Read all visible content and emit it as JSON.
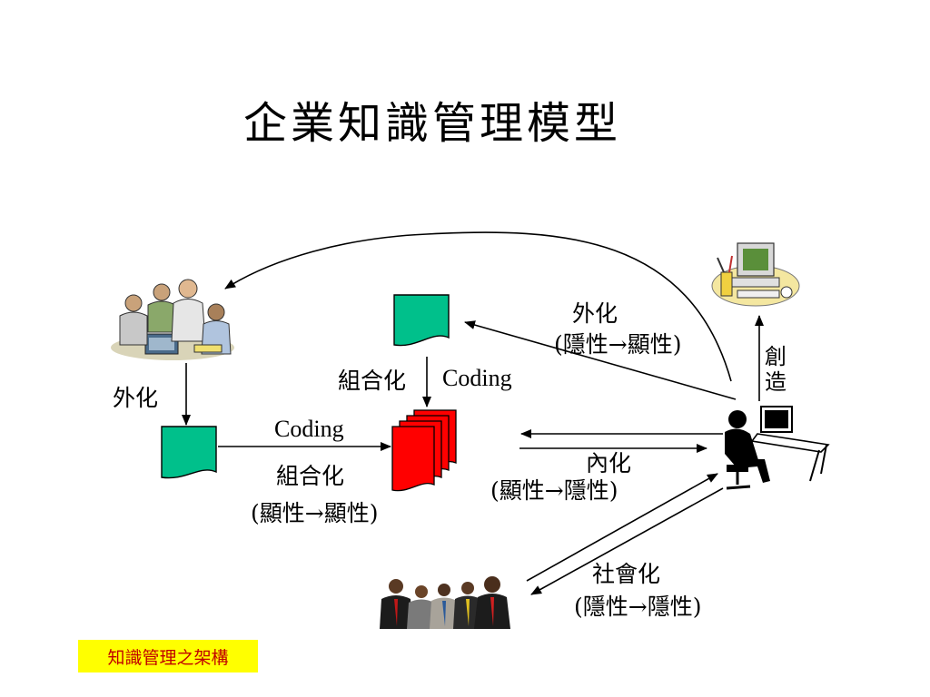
{
  "title": "企業知識管理模型",
  "labels": {
    "externalization_left": "外化",
    "combination_top": "組合化",
    "coding_top": "Coding",
    "coding_mid": "Coding",
    "combination_mid": "組合化",
    "explicit_to_explicit": "(顯性→顯性)",
    "externalization_right": "外化",
    "tacit_to_explicit": "(隱性→顯性)",
    "internalization": "內化",
    "explicit_to_tacit": "(顯性→隱性)",
    "socialization": "社會化",
    "tacit_to_tacit": "(隱性→隱性)",
    "creation": "創造"
  },
  "footer": "知識管理之架構",
  "colors": {
    "document_green": "#00c08b",
    "document_red": "#ff0000",
    "footer_bg": "#ffff00",
    "footer_text": "#c00000"
  }
}
